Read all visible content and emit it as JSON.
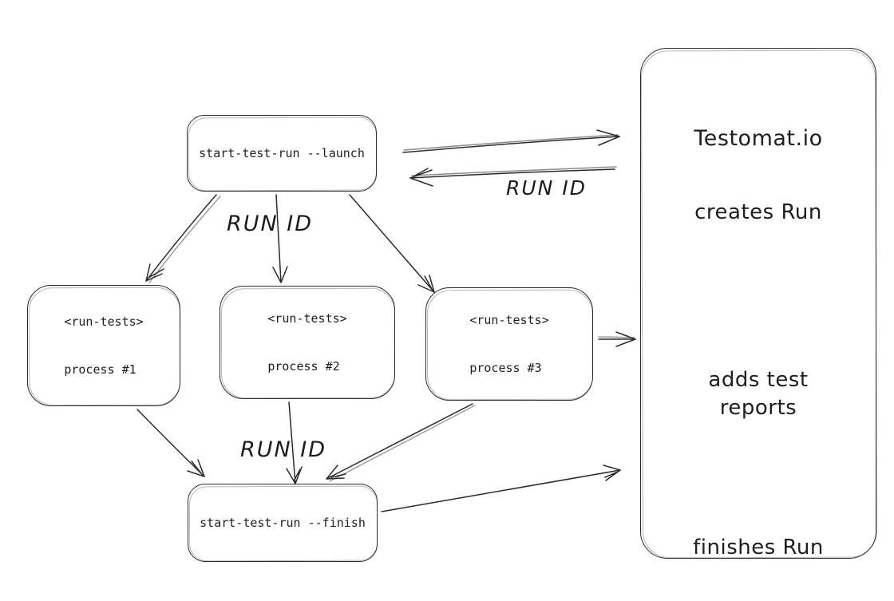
{
  "diagram": {
    "nodes": {
      "launch": {
        "label": "start-test-run --launch"
      },
      "process1": {
        "line1": "<run-tests>",
        "line2": "process #1"
      },
      "process2": {
        "line1": "<run-tests>",
        "line2": "process #2"
      },
      "process3": {
        "line1": "<run-tests>",
        "line2": "process #3"
      },
      "finish": {
        "label": "start-test-run --finish"
      },
      "testomat": {
        "title": "Testomat.io",
        "step_creates": "creates Run",
        "step_adds_line1": "adds test",
        "step_adds_line2": "reports",
        "step_finishes": "finishes Run"
      }
    },
    "edge_labels": {
      "run_id_top": "RUN ID",
      "run_id_right": "RUN ID",
      "run_id_bottom": "RUN ID"
    },
    "colors": {
      "stroke": "#2b2b2b",
      "background": "#ffffff",
      "text": "#1e1e1e"
    }
  }
}
